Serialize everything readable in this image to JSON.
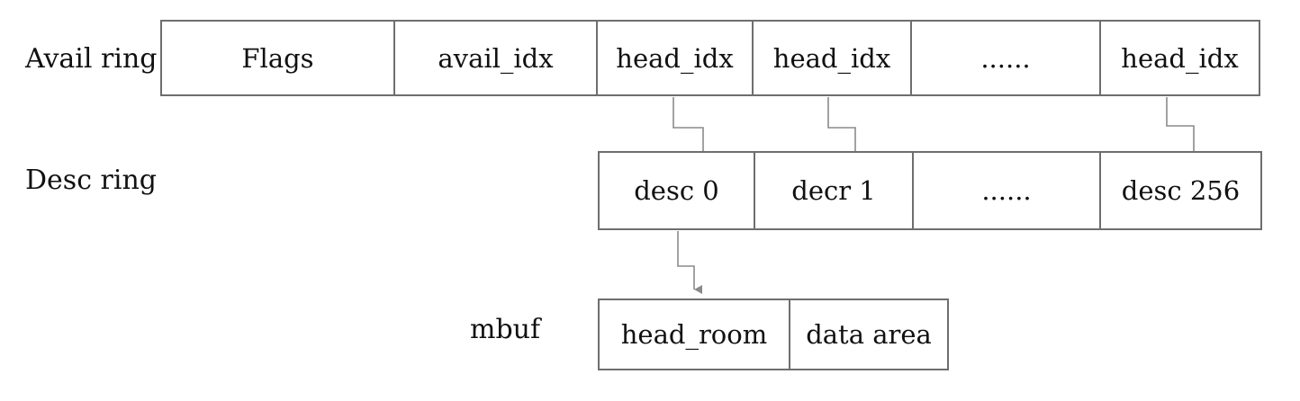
{
  "avail_ring": {
    "label": "Avail ring",
    "cells": [
      "Flags",
      "avail_idx",
      "head_idx",
      "head_idx",
      "......",
      "head_idx"
    ]
  },
  "desc_ring": {
    "label": "Desc ring",
    "cells": [
      "desc 0",
      "decr 1",
      "......",
      "desc 256"
    ]
  },
  "mbuf": {
    "label": "mbuf",
    "cells": [
      "head_room",
      "data area"
    ]
  },
  "colors": {
    "border": "#6e6e6e",
    "connector": "#8a8a8a",
    "text": "#111111"
  }
}
